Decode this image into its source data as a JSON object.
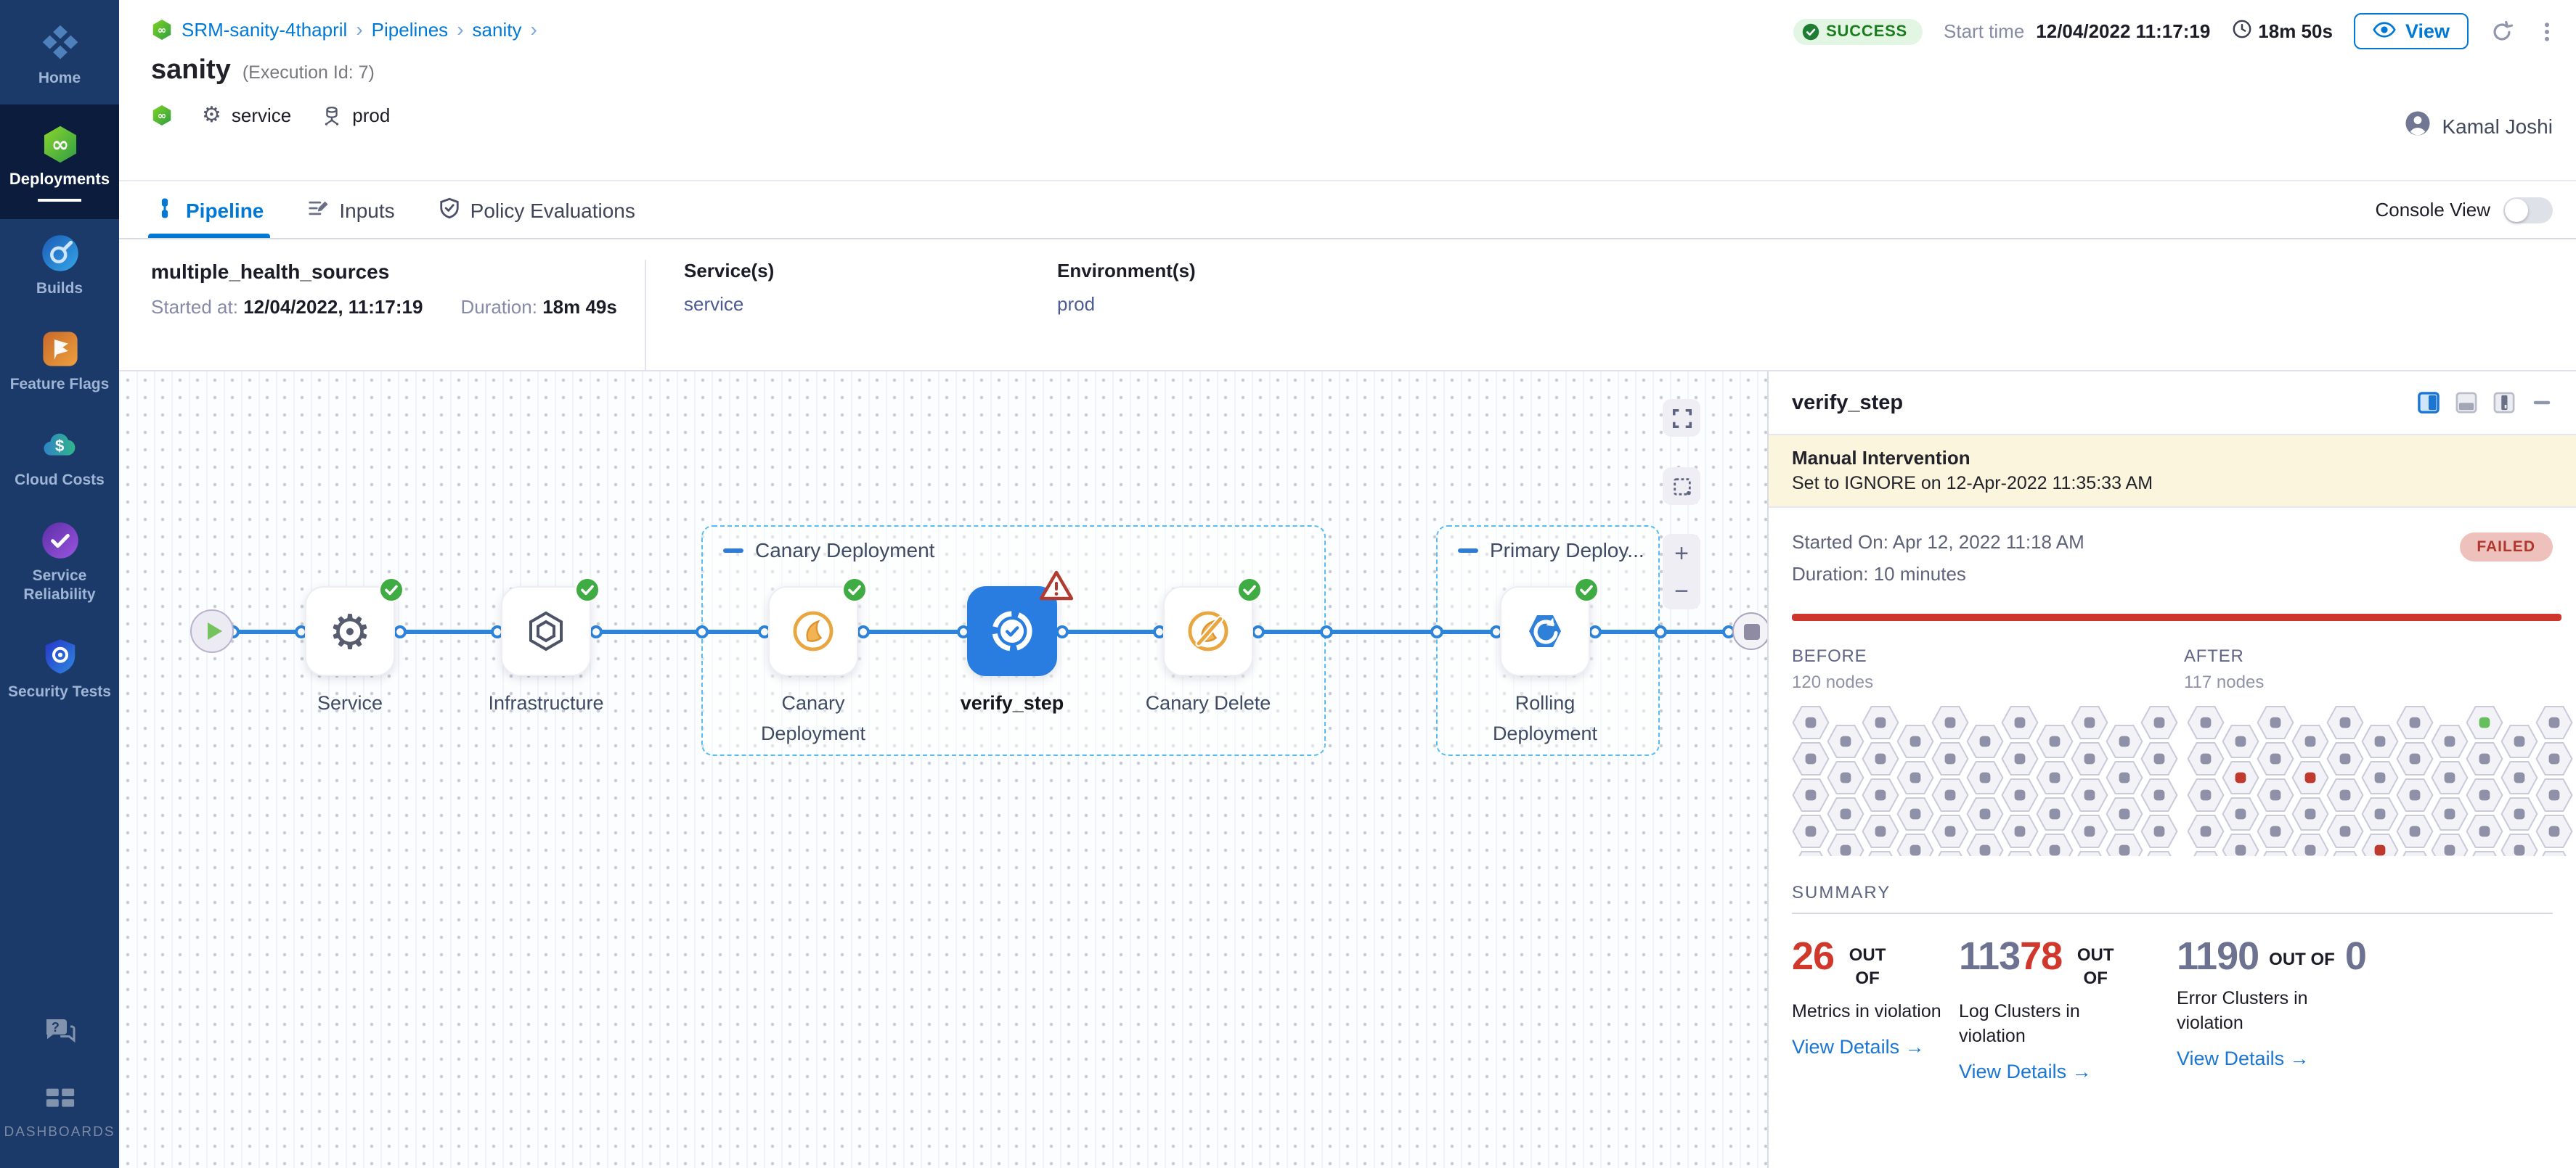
{
  "colors": {
    "accent": "#0278d5",
    "success_green": "#42ab45",
    "error_red": "#ce352c",
    "sidebar_bg": "#1c3a69",
    "selected_node": "#2a7de0",
    "connector": "#2e84d8",
    "group_border": "#58bdf2",
    "banner_bg": "#fcf5dd",
    "failed_badge_bg": "#efc1bc",
    "hex_dot_gray": "#8f91a8",
    "hex_dot_red": "#c0392f",
    "hex_dot_green": "#66bf5c"
  },
  "sidebar": {
    "items": [
      {
        "id": "home",
        "label": "Home",
        "active": false
      },
      {
        "id": "deployments",
        "label": "Deployments",
        "active": true
      },
      {
        "id": "builds",
        "label": "Builds",
        "active": false
      },
      {
        "id": "feature-flags",
        "label": "Feature Flags",
        "active": false
      },
      {
        "id": "cloud-costs",
        "label": "Cloud Costs",
        "active": false
      },
      {
        "id": "service-reliability",
        "label": "Service Reliability",
        "active": false
      },
      {
        "id": "security-tests",
        "label": "Security Tests",
        "active": false
      }
    ],
    "help": {
      "id": "chat",
      "label": ""
    },
    "dashboards": {
      "id": "dashboards",
      "label": "DASHBOARDS"
    }
  },
  "header": {
    "breadcrumb": [
      {
        "label": "SRM-sanity-4thapril"
      },
      {
        "label": "Pipelines"
      },
      {
        "label": "sanity"
      }
    ],
    "breadcrumb_sep": "›",
    "title": "sanity",
    "execution_id": "(Execution Id: 7)",
    "service_tag": "service",
    "env_tag": "prod",
    "status_label": "SUCCESS",
    "start_time_label": "Start time",
    "start_time": "12/04/2022 11:17:19",
    "duration": "18m 50s",
    "view_label": "View",
    "user_name": "Kamal Joshi"
  },
  "tabs": {
    "pipeline": "Pipeline",
    "inputs": "Inputs",
    "policy": "Policy Evaluations",
    "console_label": "Console View"
  },
  "run_info": {
    "name": "multiple_health_sources",
    "started_label": "Started at:",
    "started": "12/04/2022, 11:17:19",
    "duration_label": "Duration:",
    "duration": "18m 49s",
    "services_label": "Service(s)",
    "services_value": "service",
    "environments_label": "Environment(s)",
    "environments_value": "prod"
  },
  "canvas": {
    "groups": [
      {
        "label": "Canary Deployment"
      },
      {
        "label": "Primary Deploy..."
      }
    ],
    "nodes": [
      {
        "id": "service",
        "label": "Service",
        "icon": "gear",
        "status": "success",
        "selected": false
      },
      {
        "id": "infrastructure",
        "label": "Infrastructure",
        "icon": "infra",
        "status": "success",
        "selected": false
      },
      {
        "id": "canary-deployment",
        "label": "Canary Deployment",
        "icon": "canary",
        "status": "success",
        "selected": false
      },
      {
        "id": "verify-step",
        "label": "verify_step",
        "icon": "verify",
        "status": "warning",
        "selected": true
      },
      {
        "id": "canary-delete",
        "label": "Canary Delete",
        "icon": "canary-delete",
        "status": "success",
        "selected": false
      },
      {
        "id": "rolling-deployment",
        "label": "Rolling Deployment",
        "icon": "rolling",
        "status": "success",
        "selected": false
      }
    ],
    "zoom_in": "+",
    "zoom_out": "−"
  },
  "verify_panel": {
    "title": "verify_step",
    "banner_title": "Manual Intervention",
    "banner_subtitle": "Set to IGNORE on 12-Apr-2022 11:35:33 AM",
    "started": "Started On: Apr 12, 2022 11:18 AM",
    "duration": "Duration: 10 minutes",
    "status": "FAILED",
    "before_label": "BEFORE",
    "before_nodes": "120 nodes",
    "after_label": "AFTER",
    "after_nodes": "117 nodes",
    "summary_label": "SUMMARY",
    "link_arrow": "→",
    "grid": {
      "cols": 11,
      "rows": 6,
      "after_marks": [
        {
          "c": 1,
          "r": 1,
          "color": "red"
        },
        {
          "c": 3,
          "r": 1,
          "color": "red"
        },
        {
          "c": 8,
          "r": 0,
          "color": "green"
        },
        {
          "c": 5,
          "r": 3,
          "color": "red"
        }
      ]
    },
    "summary_cards": [
      {
        "value_parts": [
          {
            "text": "26",
            "color": "red"
          }
        ],
        "out_of": "OUT OF",
        "label": "Metrics in violation",
        "link": "View Details"
      },
      {
        "value_parts": [
          {
            "text": "113",
            "color": "gray"
          },
          {
            "text": "78",
            "color": "red"
          }
        ],
        "out_of": "OUT OF",
        "label": "Log Clusters in violation",
        "link": "View Details"
      },
      {
        "value_parts": [
          {
            "text": "1190",
            "color": "gray"
          }
        ],
        "out_of": "OUT OF",
        "out_of_value": "0",
        "label": "Error Clusters in violation",
        "link": "View Details"
      }
    ]
  }
}
